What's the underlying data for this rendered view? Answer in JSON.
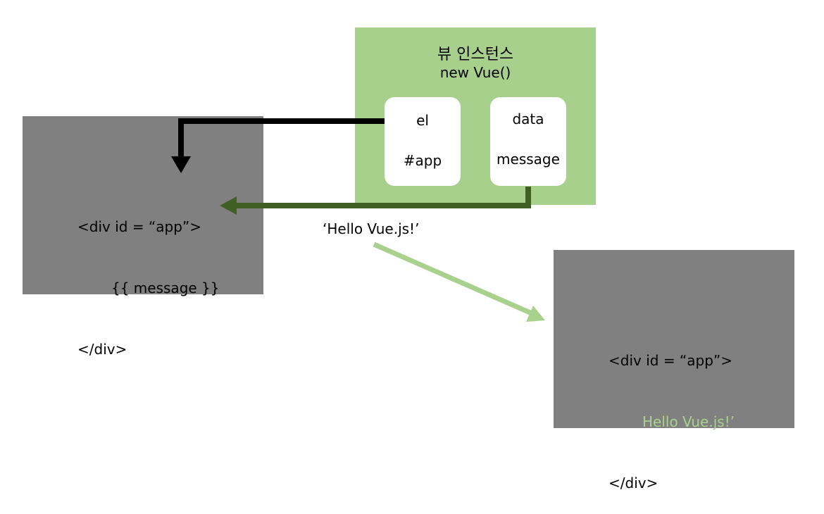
{
  "vue_instance": {
    "title_ko": "뷰 인스턴스",
    "title_en": "new Vue()",
    "el_card": {
      "label": "el",
      "value": "#app"
    },
    "data_card": {
      "label": "data",
      "value": "message"
    }
  },
  "left_template": {
    "line1": "<div id = “app”>",
    "line2": "{{ message }}",
    "line3": "</div>"
  },
  "data_value_label": "‘Hello Vue.js!’",
  "right_result": {
    "line1": "<div id = “app”>",
    "line2": "Hello Vue.js!’",
    "line3": "</div>"
  },
  "colors": {
    "instance_bg": "#a8d08d",
    "dark_green_arrow": "#3f5f24",
    "light_green_arrow": "#a9d18e",
    "gray_box": "#808080",
    "black_arrow": "#000000"
  }
}
